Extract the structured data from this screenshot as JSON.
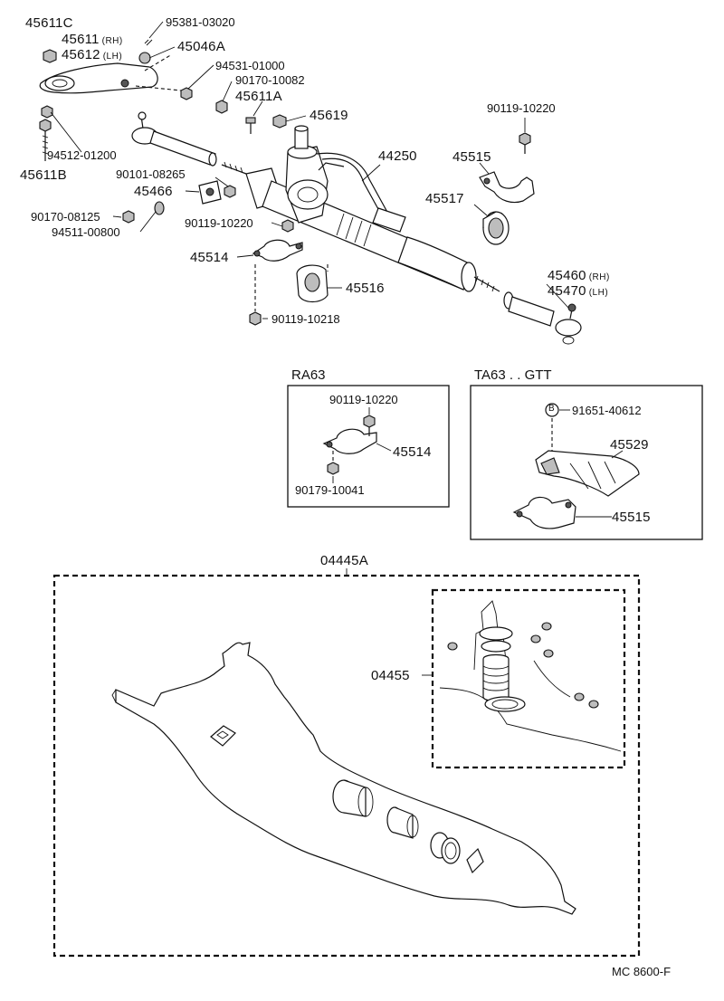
{
  "parts": {
    "p45611C": "45611C",
    "p45611": "45611",
    "p45611_sfx": "(RH)",
    "p45612": "45612",
    "p45612_sfx": "(LH)",
    "p95381": "95381-03020",
    "p45046A": "45046A",
    "p94531": "94531-01000",
    "p90170a": "90170-10082",
    "p45611A": "45611A",
    "p45619": "45619",
    "p90119a": "90119-10220",
    "p94512": "94512-01200",
    "p45611B": "45611B",
    "p44250": "44250",
    "p45515": "45515",
    "p90101": "90101-08265",
    "p45466": "45466",
    "p45517": "45517",
    "p90170b": "90170-08125",
    "p90119b": "90119-10220",
    "p94511": "94511-00800",
    "p45514": "45514",
    "p45516": "45516",
    "p45460": "45460",
    "p45460_sfx": "(RH)",
    "p45470": "45470",
    "p45470_sfx": "(LH)",
    "p90119c": "90119-10218"
  },
  "ra63": {
    "title": "RA63",
    "p90119": "90119-10220",
    "p45514": "45514",
    "p90179": "90179-10041"
  },
  "ta63": {
    "title": "TA63 . . GTT",
    "badge": "B",
    "p91651": "91651-40612",
    "p45529": "45529",
    "p45515": "45515"
  },
  "kit": {
    "p04445A": "04445A",
    "p04455": "04455"
  },
  "footer": {
    "code": "MC  8600-F"
  }
}
